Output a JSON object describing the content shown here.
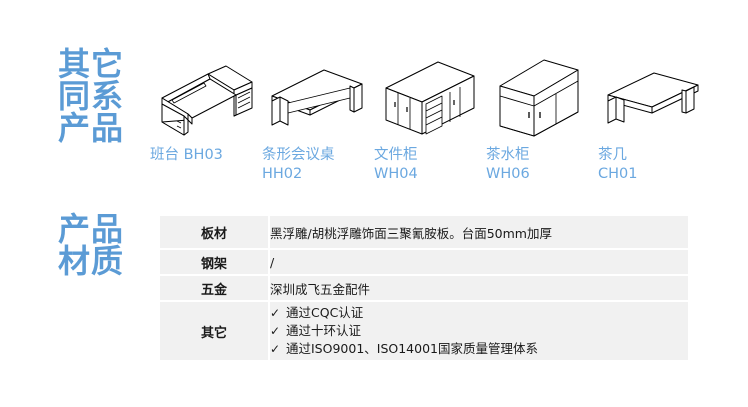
{
  "headings": {
    "series": {
      "line1": "其它",
      "line2": "同系",
      "line3": "产品"
    },
    "material": {
      "line1": "产品",
      "line2": "材质"
    }
  },
  "colors": {
    "heading_blue": "#5b9bd5",
    "label_blue": "#6ba8e0",
    "table_cell_bg": "#f1f1f1",
    "table_gap": "#ffffff",
    "text_dark": "#1a1a1a",
    "line_art": "#000000"
  },
  "products": [
    {
      "icon": "l-shaped-executive-desk-icon",
      "name_line1": "班台 BH03",
      "name_line2": ""
    },
    {
      "icon": "bar-conference-table-icon",
      "name_line1": "条形会议桌",
      "name_line2": "HH02"
    },
    {
      "icon": "file-cabinet-icon",
      "name_line1": "文件柜",
      "name_line2": "WH04"
    },
    {
      "icon": "tea-cabinet-icon",
      "name_line1": "茶水柜",
      "name_line2": "WH06"
    },
    {
      "icon": "tea-table-icon",
      "name_line1": "茶几",
      "name_line2": "CH01"
    }
  ],
  "spec_table": {
    "rows": [
      {
        "key": "板材",
        "value": "黑浮雕/胡桃浮雕饰面三聚氰胺板。台面50mm加厚",
        "type": "text"
      },
      {
        "key": "钢架",
        "value": "/",
        "type": "text"
      },
      {
        "key": "五金",
        "value": "深圳成飞五金配件",
        "type": "text"
      },
      {
        "key": "其它",
        "type": "list",
        "check_glyph": "✓",
        "items": [
          "通过CQC认证",
          "通过十环认证",
          "通过ISO9001、ISO14001国家质量管理体系"
        ]
      }
    ]
  }
}
